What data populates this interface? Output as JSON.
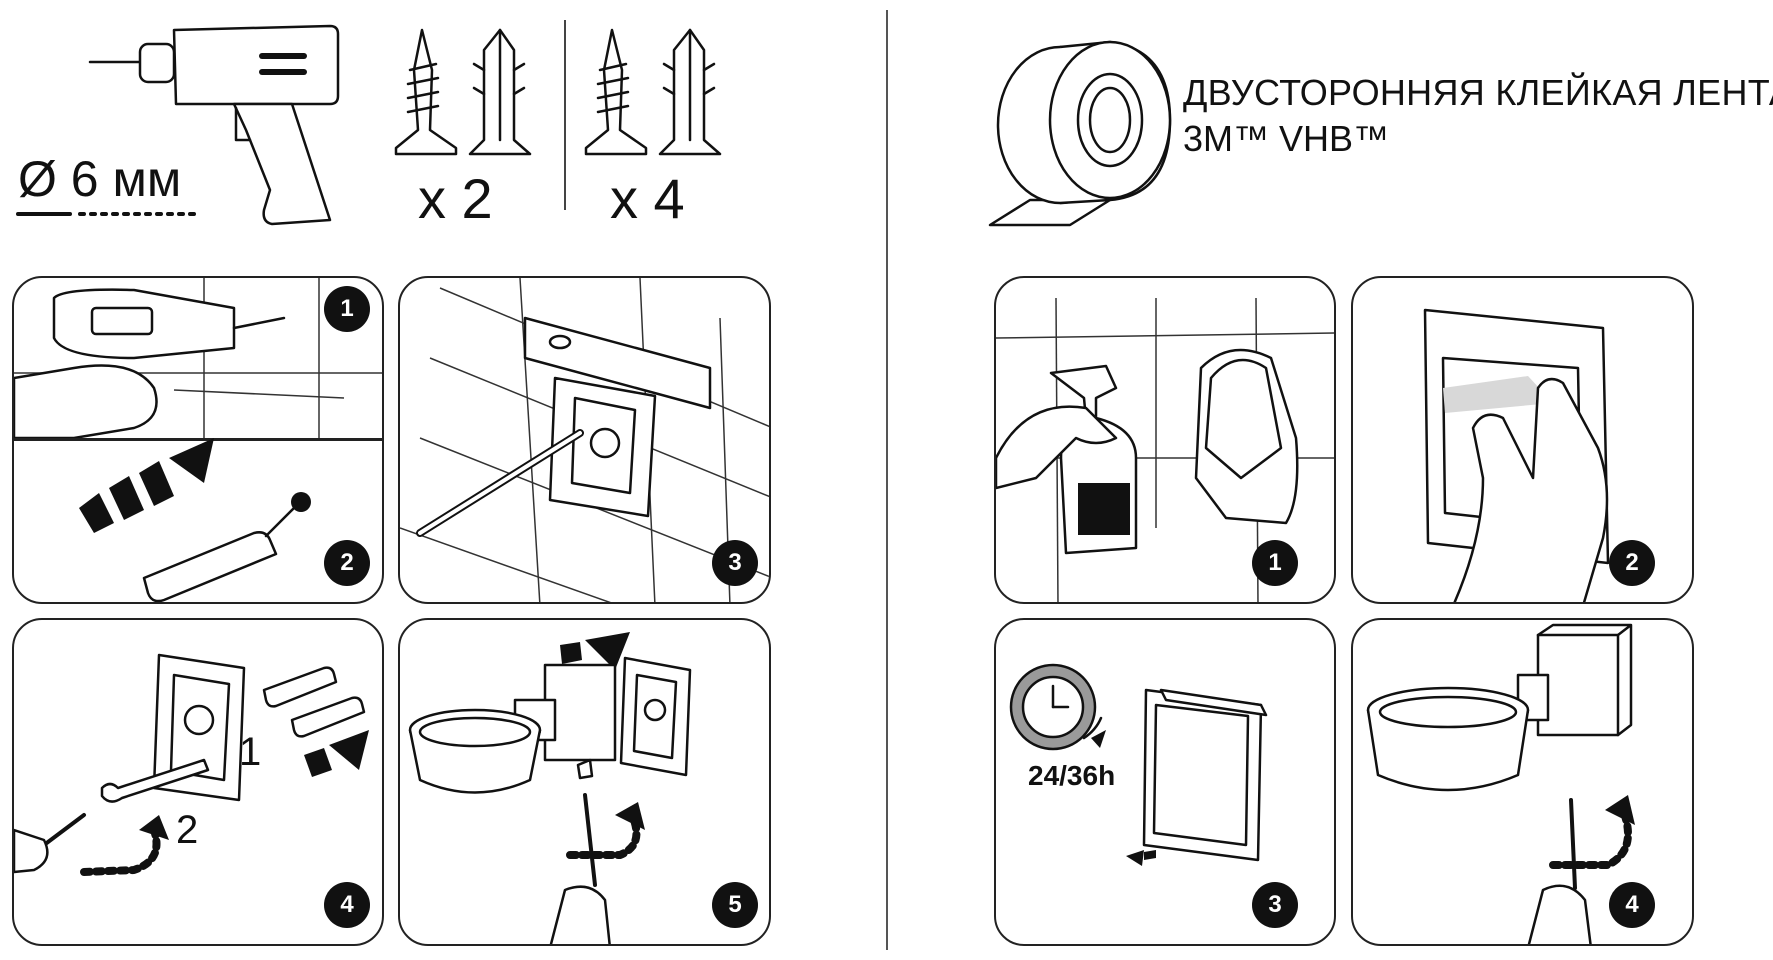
{
  "tools": {
    "drill_size": "Ø 6 мм",
    "fixings_qty_a": "x 2",
    "fixings_qty_b": "x 4"
  },
  "tape": {
    "line1": "ДВУСТОРОННЯЯ КЛЕЙКАЯ ЛЕНТА",
    "line2": "3M™ VHB™"
  },
  "drill_steps": {
    "step1": "1",
    "step2": "2",
    "step3": "3",
    "step4": "4",
    "step5": "5",
    "part_label_1": "1",
    "part_label_2": "2"
  },
  "tape_steps": {
    "step1": "1",
    "step2": "2",
    "step3": "3",
    "step4": "4",
    "cure_time": "24/36h"
  },
  "colors": {
    "ink": "#111111",
    "clock_ring": "#9a9a9a"
  }
}
